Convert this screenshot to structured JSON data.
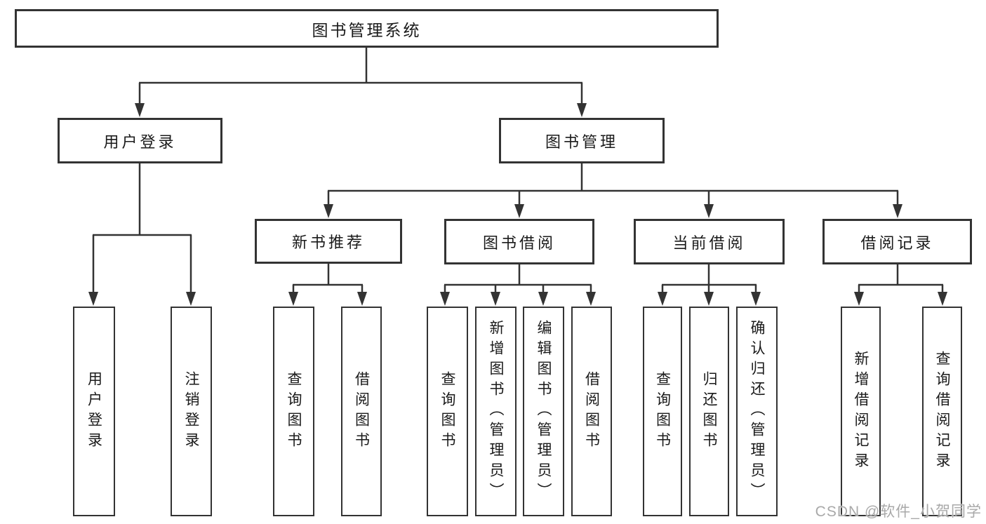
{
  "tree": {
    "label": "图书管理系统",
    "children": [
      {
        "label": "用户登录",
        "children": [
          {
            "label": "用户登录"
          },
          {
            "label": "注销登录"
          }
        ]
      },
      {
        "label": "图书管理",
        "children": [
          {
            "label": "新书推荐",
            "children": [
              {
                "label": "查询图书"
              },
              {
                "label": "借阅图书"
              }
            ]
          },
          {
            "label": "图书借阅",
            "children": [
              {
                "label": "查询图书"
              },
              {
                "label": "新增图书（管理员）"
              },
              {
                "label": "编辑图书（管理员）"
              },
              {
                "label": "借阅图书"
              }
            ]
          },
          {
            "label": "当前借阅",
            "children": [
              {
                "label": "查询图书"
              },
              {
                "label": "归还图书"
              },
              {
                "label": "确认归还（管理员）"
              }
            ]
          },
          {
            "label": "借阅记录",
            "children": [
              {
                "label": "新增借阅记录"
              },
              {
                "label": "查询借阅记录"
              }
            ]
          }
        ]
      }
    ]
  },
  "watermark": "CSDN @软件_小贺同学",
  "colors": {
    "line": "#333333",
    "text": "#1a1a1a",
    "watermark": "#a9a9a9",
    "background": "#ffffff"
  }
}
